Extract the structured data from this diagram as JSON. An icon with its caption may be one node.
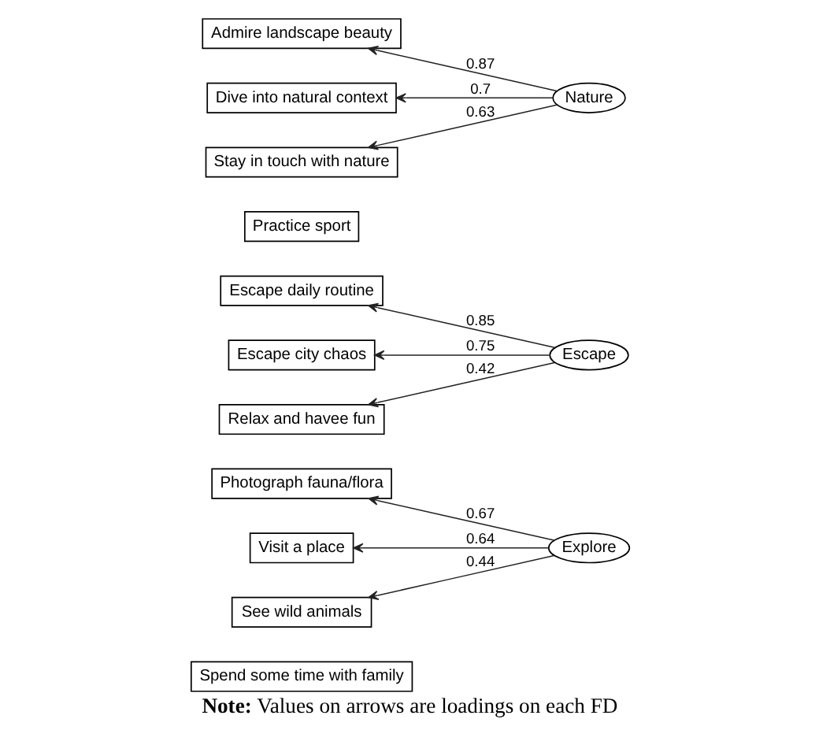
{
  "diagram": {
    "caption": "**Note:** Values on arrows are loadings on each FD",
    "nodes": [
      {
        "text": [
          "Admire landscape beauty"
        ]
      },
      {
        "text": [
          "Dive into natural context"
        ]
      },
      {
        "text": [
          "Stay in touch with nature"
        ]
      },
      {
        "text": [
          "Nature"
        ]
      },
      {
        "text": [
          "Practice sport"
        ]
      },
      {
        "text": [
          "Escape daily routine"
        ]
      },
      {
        "text": [
          "Escape city chaos"
        ]
      },
      {
        "text": [
          "Escape"
        ]
      },
      {
        "text": [
          "Relax and havee fun"
        ]
      },
      {
        "text": [
          "Photograph fauna/flora"
        ]
      },
      {
        "text": [
          "Visit a place"
        ]
      },
      {
        "text": [
          "Explore"
        ]
      },
      {
        "text": [
          "See wild animals"
        ]
      },
      {
        "text": [
          "Spend some time with family"
        ]
      }
    ],
    "edges": [
      {
        "from": 3,
        "to": 0,
        "arrow": "to",
        "label": "0.87"
      },
      {
        "from": 3,
        "to": 1,
        "arrow": "to",
        "label": "0.7"
      },
      {
        "from": 3,
        "to": 2,
        "arrow": "to",
        "label": "0.63"
      },
      {
        "from": 7,
        "to": 5,
        "arrow": "to",
        "label": "0.85"
      },
      {
        "from": 7,
        "to": 6,
        "arrow": "to",
        "label": "0.75"
      },
      {
        "from": 7,
        "to": 8,
        "arrow": "to",
        "label": "0.42"
      },
      {
        "from": 11,
        "to": 9,
        "arrow": "to",
        "label": "0.67"
      },
      {
        "from": 11,
        "to": 10,
        "arrow": "to",
        "label": "0.64"
      },
      {
        "from": 11,
        "to": 12,
        "arrow": "to",
        "label": "0.44"
      }
    ]
  }
}
